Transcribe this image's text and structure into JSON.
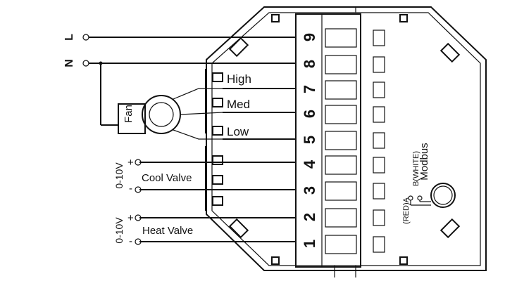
{
  "supply": {
    "l_label": "L",
    "n_label": "N"
  },
  "fan": {
    "label": "Fan",
    "speeds": [
      "High",
      "Med",
      "Low"
    ]
  },
  "cool_valve": {
    "label": "Cool Valve",
    "signal": "0-10V",
    "plus": "+",
    "minus": "-"
  },
  "heat_valve": {
    "label": "Heat Valve",
    "signal": "0-10V",
    "plus": "+",
    "minus": "-"
  },
  "terminals": [
    "9",
    "8",
    "7",
    "6",
    "5",
    "4",
    "3",
    "2",
    "1"
  ],
  "modbus": {
    "label": "Modbus",
    "pin_a": "(RED)A",
    "pin_b": "B(WHITE)"
  }
}
